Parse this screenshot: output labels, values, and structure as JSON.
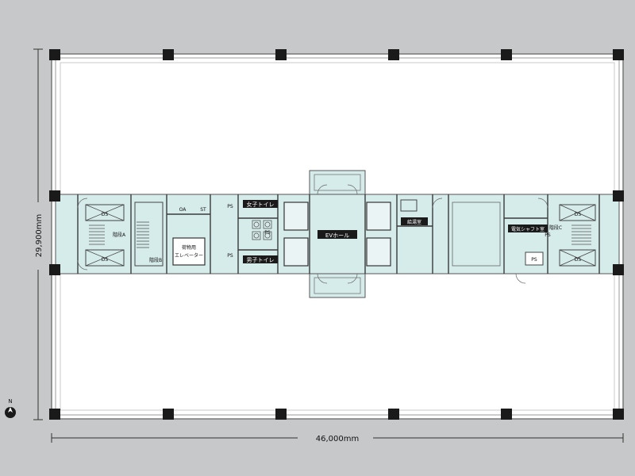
{
  "dimensions": {
    "width_label": "46,000mm",
    "height_label": "29,900mm"
  },
  "north": {
    "letter": "N"
  },
  "rooms": {
    "stair_a": "階段A",
    "stair_b": "階段B",
    "stair_c": "階段C",
    "womens_toilet": "女子トイレ",
    "mens_toilet": "男子トイレ",
    "ev_hall": "EVホール",
    "kitchenette": "給湯室",
    "electrical_shaft": "電気シャフト室",
    "freight_elevator_1": "荷物用",
    "freight_elevator_2": "エレベーター",
    "ds_1": "DS",
    "ds_2": "DS",
    "ds_3": "DS",
    "ds_4": "DS",
    "oa": "OA",
    "st": "ST",
    "ps_1": "PS",
    "ps_2": "PS",
    "ps_3": "PS",
    "ps_4": "PS",
    "ps_5": "PS"
  },
  "colors": {
    "background": "#c6c8ca",
    "floor": "#ffffff",
    "core": "#d6eceb",
    "wall": "#3a3a3a",
    "column": "#1a1a1a"
  }
}
